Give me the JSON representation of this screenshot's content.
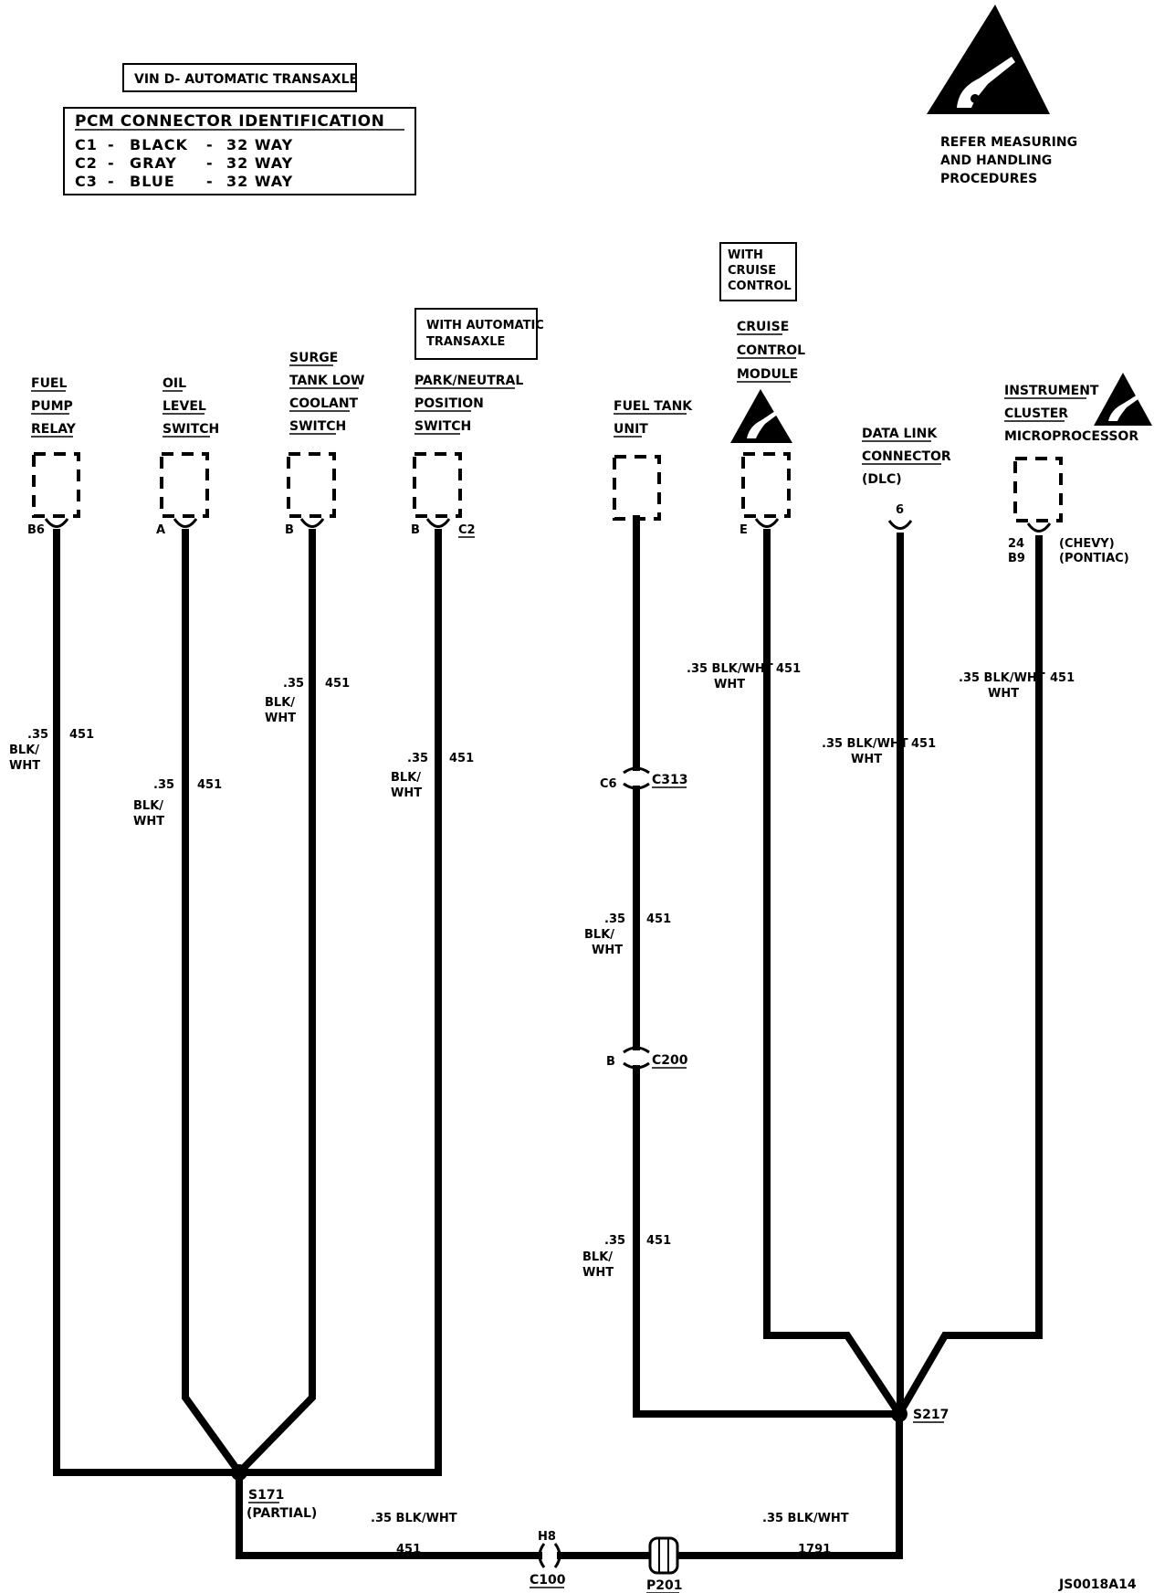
{
  "header": {
    "vin_label": "VIN D- AUTOMATIC TRANSAXLE",
    "pcm_title": "PCM CONNECTOR IDENTIFICATION",
    "pcm_rows": [
      {
        "id": "C1",
        "color": "BLACK",
        "ways": "32 WAY"
      },
      {
        "id": "C2",
        "color": "GRAY",
        "ways": "32 WAY"
      },
      {
        "id": "C3",
        "color": "BLUE",
        "ways": "32 WAY"
      }
    ],
    "esd_note": [
      "REFER MEASURING",
      "AND HANDLING",
      "PROCEDURES"
    ]
  },
  "option_notes": {
    "automatic": [
      "WITH AUTOMATIC",
      "TRANSAXLE"
    ],
    "cruise": [
      "WITH",
      "CRUISE",
      "CONTROL"
    ]
  },
  "components": [
    {
      "lines": [
        "FUEL",
        "PUMP",
        "RELAY"
      ],
      "pin": "B6"
    },
    {
      "lines": [
        "OIL",
        "LEVEL",
        "SWITCH"
      ],
      "pin": "A"
    },
    {
      "lines": [
        "SURGE",
        "TANK LOW",
        "COOLANT",
        "SWITCH"
      ],
      "pin": "B"
    },
    {
      "lines": [
        "PARK/NEUTRAL",
        "POSITION",
        "SWITCH"
      ],
      "pin": "B",
      "connector": "C2"
    },
    {
      "lines": [
        "FUEL TANK",
        "UNIT"
      ],
      "pin": ""
    },
    {
      "lines": [
        "CRUISE",
        "CONTROL",
        "MODULE"
      ],
      "pin": "E"
    },
    {
      "lines": [
        "DATA LINK",
        "CONNECTOR",
        "(DLC)"
      ],
      "pin": "6"
    },
    {
      "lines": [
        "INSTRUMENT",
        "CLUSTER",
        "MICROPROCESSOR"
      ],
      "pin": "24",
      "pin2": "B9",
      "note1": "(CHEVY)",
      "note2": "(PONTIAC)"
    }
  ],
  "wire": {
    "gauge": ".35",
    "color_a": "BLK/",
    "color_b": "WHT",
    "color_full": ".35 BLK/WHT",
    "circuit": "451",
    "circuit2": "1791"
  },
  "inline": {
    "c313_pin": "C6",
    "c313": "C313",
    "c200_pin": "B",
    "c200": "C200",
    "c100_pin": "H8",
    "c100": "C100",
    "p201": "P201"
  },
  "splices": {
    "s171": "S171",
    "s171_note": "(PARTIAL)",
    "s217": "S217"
  },
  "figure_id": "JS0018A14"
}
